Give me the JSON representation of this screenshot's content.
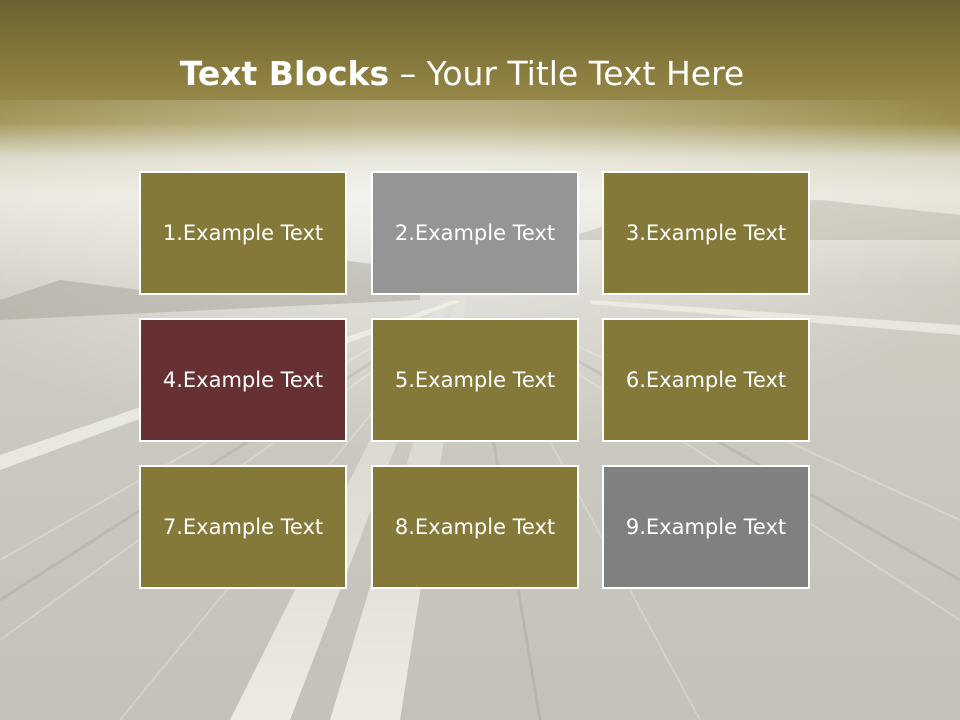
{
  "slide": {
    "title_bold": "Text Blocks",
    "title_separator": " – ",
    "title_rest": "Your Title Text Here"
  },
  "blocks": [
    {
      "label": "1.Example Text",
      "color": "#85793a"
    },
    {
      "label": "2.Example Text",
      "color": "#959595"
    },
    {
      "label": "3.Example Text",
      "color": "#85793a"
    },
    {
      "label": "4.Example Text",
      "color": "#673032"
    },
    {
      "label": "5.Example Text",
      "color": "#85793a"
    },
    {
      "label": "6.Example Text",
      "color": "#85793a"
    },
    {
      "label": "7.Example Text",
      "color": "#85793a"
    },
    {
      "label": "8.Example Text",
      "color": "#85793a"
    },
    {
      "label": "9.Example Text",
      "color": "#808080"
    }
  ],
  "colors": {
    "sky_top": "#6b6232",
    "sky_mid": "#988a46",
    "road": "#c8c6be",
    "block_border": "#ffffff",
    "title_text": "#ffffff"
  }
}
